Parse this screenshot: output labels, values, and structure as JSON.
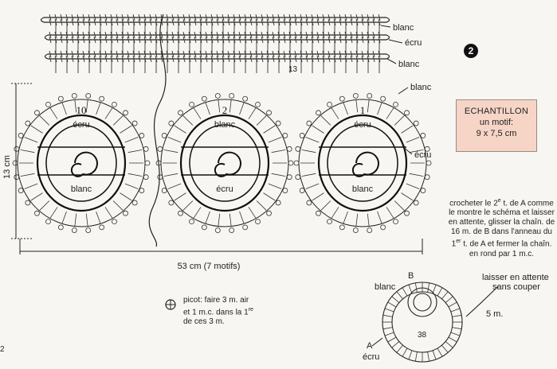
{
  "step_number": "2",
  "page_number": "2",
  "colors": {
    "ink": "#222222",
    "sample_box_bg": "#f6d5c6"
  },
  "border": {
    "labels": [
      "blanc",
      "écru",
      "blanc",
      "blanc",
      "écru"
    ],
    "row_count": "13"
  },
  "motifs": [
    {
      "number": "10",
      "top": "écru",
      "bottom": "blanc"
    },
    {
      "number": "2",
      "top": "blanc",
      "bottom": "écru"
    },
    {
      "number": "1",
      "top": "écru",
      "bottom": "blanc"
    }
  ],
  "dimensions": {
    "height": "13 cm",
    "width": "53 cm (7 motifs)"
  },
  "sample": {
    "title": "ECHANTILLON",
    "line1": "un motif:",
    "line2": "9 x 7,5 cm"
  },
  "instructions": [
    "crocheter le 2",
    "e",
    " t. de A comme",
    "le montre le schéma et laisser",
    "en attente, glisser la chaîn. de",
    "16 m. de B dans l'anneau du",
    "1",
    "er",
    " t. de A et fermer la chaîn.",
    "en rond par 1 m.c."
  ],
  "picot": {
    "line1": "picot: faire 3 m. air",
    "line2": "et 1 m.c. dans la 1",
    "sup": "re",
    "line3": "de ces 3 m."
  },
  "detail": {
    "label_b": "B",
    "label_blanc": "blanc",
    "label_a": "A",
    "label_ecru": "écru",
    "count": "38",
    "note_line1": "laisser en attente",
    "note_line2": "sans couper",
    "chain": "5 m."
  }
}
